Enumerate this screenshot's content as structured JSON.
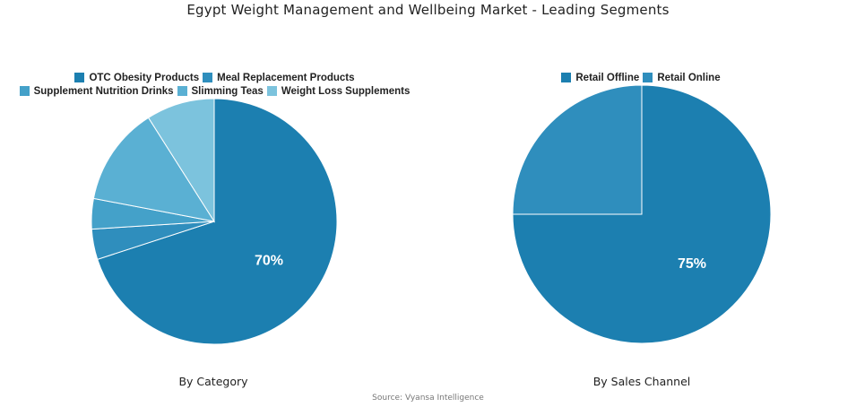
{
  "title": "Egypt Weight Management and Wellbeing Market - Leading Segments",
  "source": "Source: Vyansa Intelligence",
  "chart_data": [
    {
      "type": "pie",
      "caption": "By Category",
      "legend_position": "top",
      "start_angle_deg": 0,
      "direction": "clockwise",
      "slices": [
        {
          "label": "OTC Obesity Products",
          "value": 70,
          "color": "#1c7fb0",
          "show_label": "70%"
        },
        {
          "label": "Meal Replacement Products",
          "value": 4,
          "color": "#2f8ebd",
          "show_label": ""
        },
        {
          "label": "Supplement Nutrition Drinks",
          "value": 4,
          "color": "#44a1c9",
          "show_label": ""
        },
        {
          "label": "Slimming Teas",
          "value": 13,
          "color": "#5ab0d3",
          "show_label": ""
        },
        {
          "label": "Weight Loss Supplements",
          "value": 9,
          "color": "#7cc3dd",
          "show_label": ""
        }
      ]
    },
    {
      "type": "pie",
      "caption": "By Sales Channel",
      "legend_position": "top",
      "start_angle_deg": 0,
      "direction": "clockwise",
      "slices": [
        {
          "label": "Retail Offline",
          "value": 75,
          "color": "#1c7fb0",
          "show_label": "75%"
        },
        {
          "label": "Retail Online",
          "value": 25,
          "color": "#2f8ebd",
          "show_label": ""
        }
      ]
    }
  ]
}
